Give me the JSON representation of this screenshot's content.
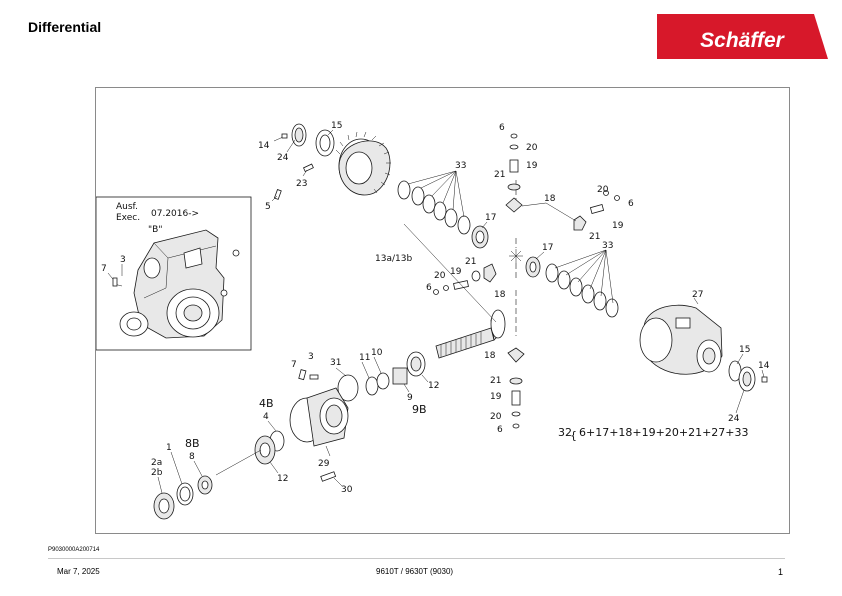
{
  "page": {
    "title": "Differential",
    "doc_id": "P9030000A200714",
    "date": "Mar 7, 2025",
    "model": "9610T / 9630T (9030)",
    "page_number": "1"
  },
  "brand": {
    "logo_text": "Schäffer",
    "color": "#d7182a"
  },
  "diagram": {
    "inset": {
      "line1": "Ausf.",
      "line2": "Exec.",
      "date": "07.2016->",
      "variant": "\"B\""
    },
    "callouts": {
      "c14a": "14",
      "c24a": "24",
      "c15a": "15",
      "c23": "23",
      "c5": "5",
      "c33a": "33",
      "c17a": "17",
      "c13": "13a/13b",
      "c6a": "6",
      "c20a": "20",
      "c21a": "21",
      "c19a": "19",
      "c18a": "18",
      "c20b": "20",
      "c6b": "6",
      "c19b": "19",
      "c21b": "21",
      "c17b": "17",
      "c33b": "33",
      "c27": "27",
      "c15b": "15",
      "c14b": "14",
      "c24b": "24",
      "c20c": "20",
      "c6c": "6",
      "c19c": "19",
      "c21c": "21",
      "c18b": "18",
      "c3a": "3",
      "c7a": "7",
      "c7b": "7",
      "c3b": "3",
      "c31": "31",
      "c11": "11",
      "c10": "10",
      "c12a": "12",
      "c9": "9",
      "c9b": "9B",
      "c18c": "18",
      "c21d": "21",
      "c19d": "19",
      "c20d": "20",
      "c6d": "6",
      "c4b": "4B",
      "c4": "4",
      "c29": "29",
      "c12b": "12",
      "c30": "30",
      "c1": "1",
      "c8b": "8B",
      "c8": "8",
      "c2a": "2a",
      "c2b": "2b"
    },
    "kit_number": "32",
    "kit_contents": "6+17+18+19+20+21+27+33"
  }
}
